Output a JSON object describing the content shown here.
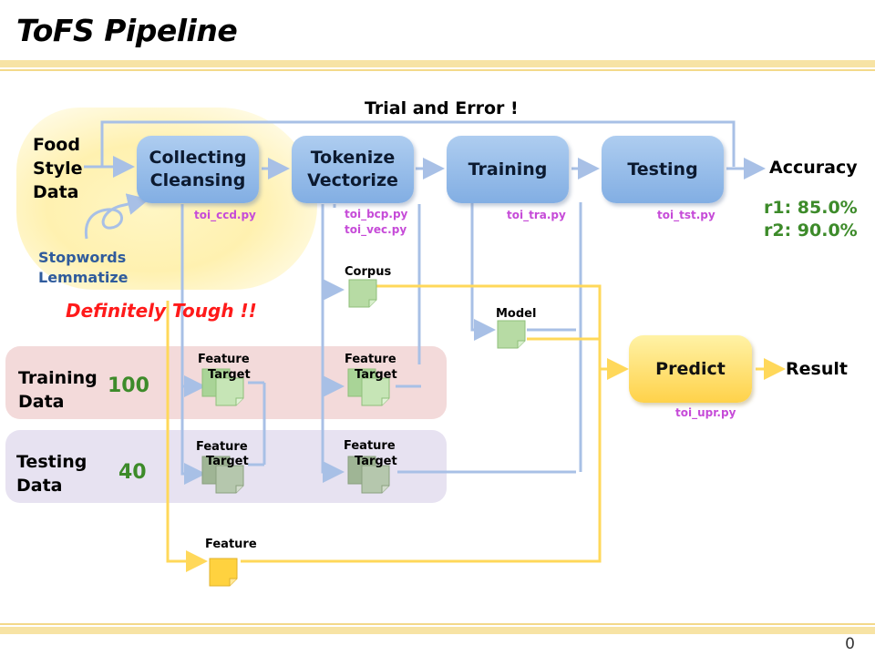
{
  "title": "ToFS Pipeline",
  "page_number": "0",
  "loop_label": "Trial and Error !",
  "input_label": "Food\nStyle\nData",
  "preprocess_notes": {
    "line1": "Stopwords",
    "line2": "Lemmatize"
  },
  "tough_note": "Definitely Tough !!",
  "stages": [
    {
      "label": "Collecting\nCleansing",
      "scripts": [
        "toi_ccd.py"
      ]
    },
    {
      "label": "Tokenize\nVectorize",
      "scripts": [
        "toi_bcp.py",
        "toi_vec.py"
      ]
    },
    {
      "label": "Training",
      "scripts": [
        "toi_tra.py"
      ]
    },
    {
      "label": "Testing",
      "scripts": [
        "toi_tst.py"
      ]
    }
  ],
  "accuracy": {
    "label": "Accuracy",
    "r1_key": "r1",
    "r1_value": ": 85.0%",
    "r2_key": "r2",
    "r2_value": ": 90.0%"
  },
  "datasets": {
    "training": {
      "label": "Training\nData",
      "count": "100"
    },
    "testing": {
      "label": "Testing\nData",
      "count": "40"
    }
  },
  "artifacts": {
    "corpus": "Corpus",
    "model": "Model",
    "feature": "Feature",
    "target": "Target",
    "feature_only": "Feature"
  },
  "predict": {
    "label": "Predict",
    "script": "toi_upr.py"
  },
  "result_label": "Result",
  "colors": {
    "stage_blue": "#82aee3",
    "arrow_blue": "#a8c0e6",
    "arrow_yellow": "#ffd85a",
    "predict_yellow": "#ffd24a",
    "accent_green": "#3d8b2a",
    "script_magenta": "#c64bd8"
  }
}
